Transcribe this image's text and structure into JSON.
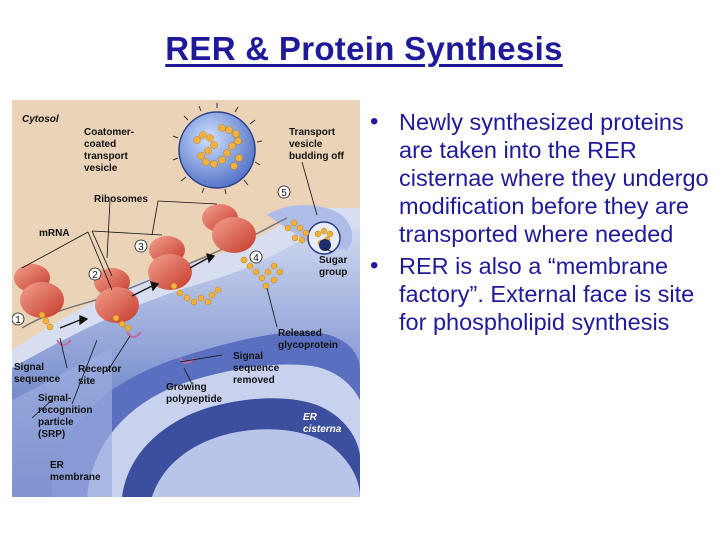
{
  "slide": {
    "title": "RER & Protein Synthesis",
    "bullets": [
      "Newly synthesized proteins are taken into the RER cisternae where they undergo modification before they are transported where needed",
      "RER is also a “membrane factory”. External face is site for phospholipid synthesis"
    ],
    "bullet_glyph": "•"
  },
  "figure": {
    "labels": {
      "cytosol": "Cytosol",
      "coatomer_1": "Coatomer-",
      "coatomer_2": "coated",
      "coatomer_3": "transport",
      "coatomer_4": "vesicle",
      "transport_1": "Transport",
      "transport_2": "vesicle",
      "transport_3": "budding off",
      "ribosomes": "Ribosomes",
      "mrna": "mRNA",
      "sugar_1": "Sugar",
      "sugar_2": "group",
      "released_1": "Released",
      "released_2": "glycoprotein",
      "signal_seq_1": "Signal",
      "signal_seq_2": "sequence",
      "receptor_1": "Receptor",
      "receptor_2": "site",
      "srp_1": "Signal-",
      "srp_2": "recognition",
      "srp_3": "particle",
      "srp_4": "(SRP)",
      "sig_removed_1": "Signal",
      "sig_removed_2": "sequence",
      "sig_removed_3": "removed",
      "growing_1": "Growing",
      "growing_2": "polypeptide",
      "er_cis_1": "ER",
      "er_cis_2": "cisterna",
      "er_mem_1": "ER",
      "er_mem_2": "membrane"
    },
    "steps": [
      "1",
      "2",
      "3",
      "4",
      "5"
    ]
  }
}
